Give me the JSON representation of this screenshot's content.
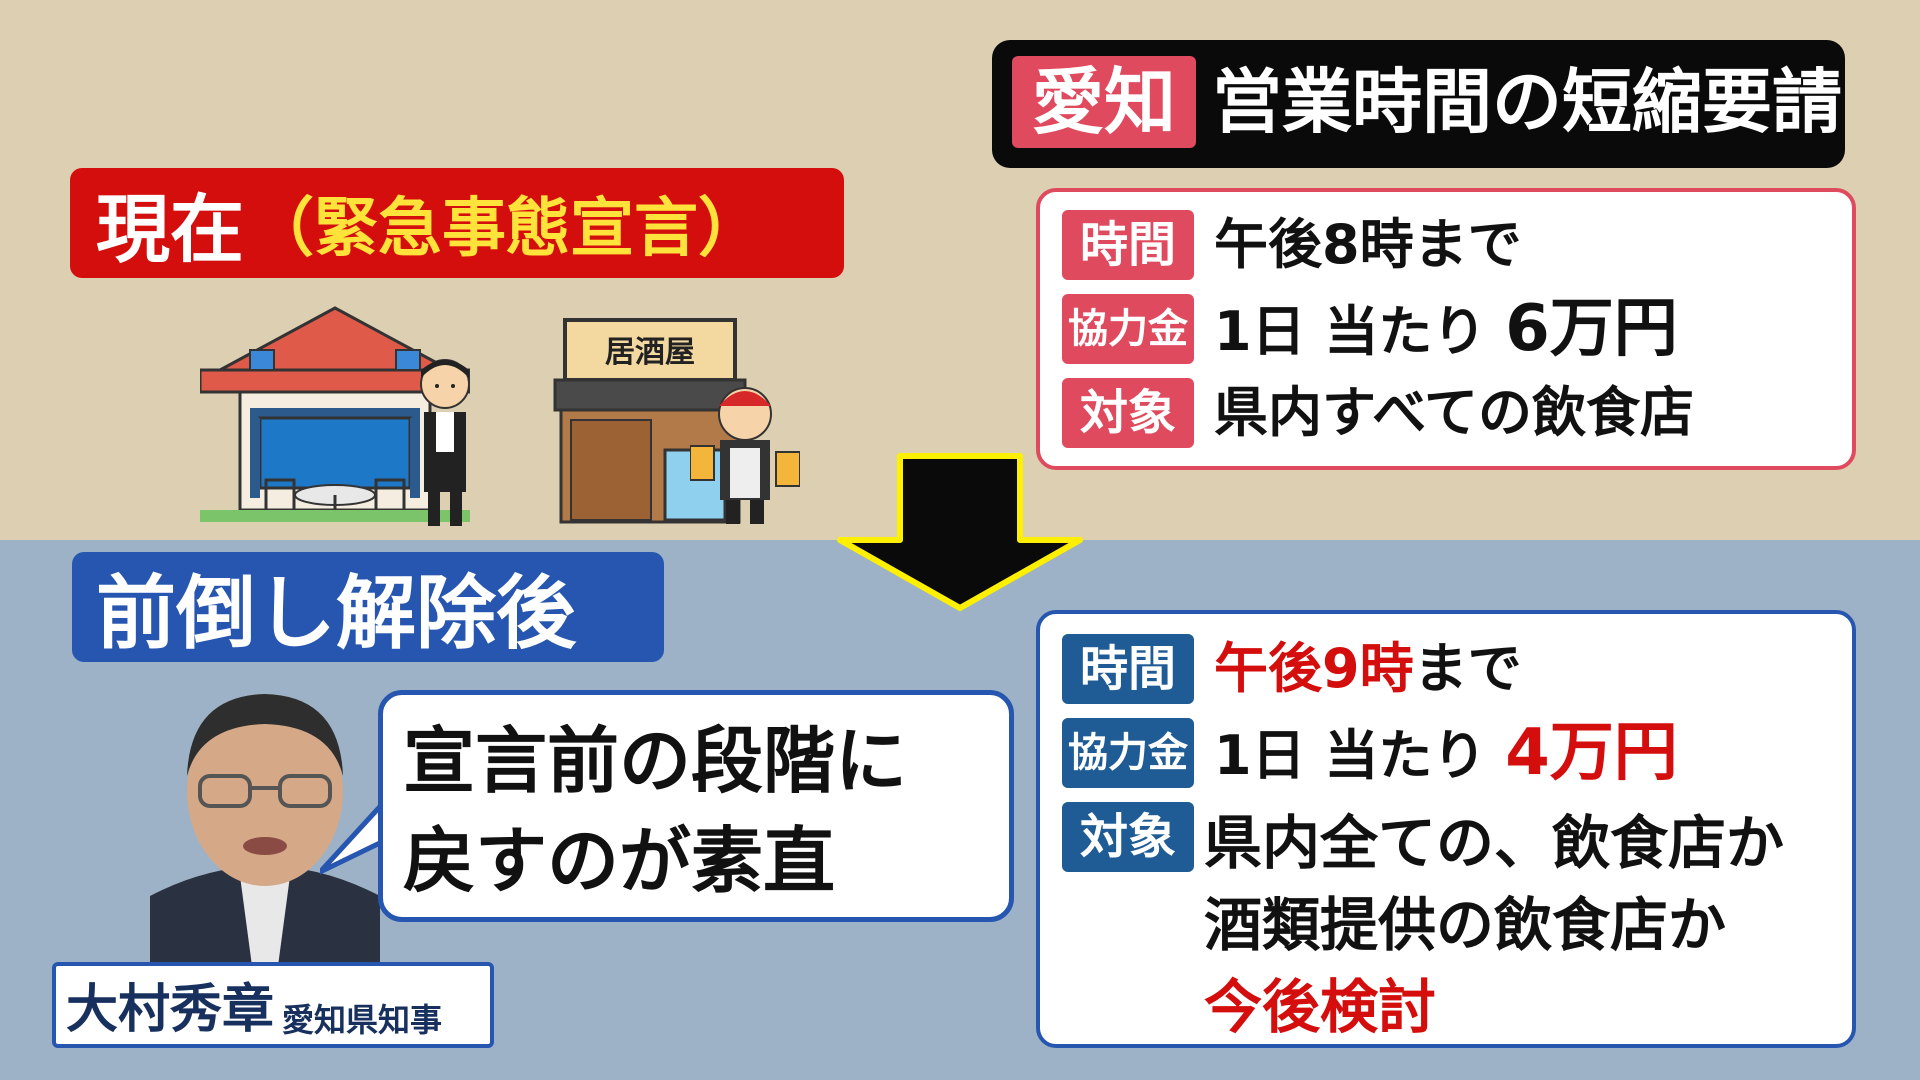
{
  "title": {
    "tag": "愛知",
    "text": "営業時間の短縮要請"
  },
  "current": {
    "header_main": "現在",
    "header_sub": "（緊急事態宣言）",
    "izakaya_sign": "居酒屋",
    "rows": {
      "time_label": "時間",
      "time_value": "午後8時まで",
      "money_label": "協力金",
      "money_value_prefix": "1日 当たり",
      "money_value_amount": "6万円",
      "target_label": "対象",
      "target_value": "県内すべての飲食店"
    }
  },
  "after": {
    "header": "前倒し解除後",
    "rows": {
      "time_label": "時間",
      "time_value_red": "午後9時",
      "time_value_rest": "まで",
      "money_label": "協力金",
      "money_value_prefix": "1日 当たり",
      "money_value_amount": "4万円",
      "target_label": "対象",
      "target_line1": "県内全ての、飲食店か",
      "target_line2": "酒類提供の飲食店か",
      "target_line3": "今後検討"
    }
  },
  "quote": {
    "line1": "宣言前の段階に",
    "line2": "戻すのが素直"
  },
  "speaker": {
    "name": "大村秀章",
    "title": "愛知県知事"
  },
  "colors": {
    "top_bg": "#ddd0b2",
    "bottom_bg": "#9db2c6",
    "red": "#d40d0d",
    "pink": "#e04a5e",
    "blue": "#2656b0",
    "yellow": "#ffe23a"
  },
  "icons": [
    "down-arrow-icon",
    "restaurant-illustration",
    "izakaya-illustration",
    "waiter-illustration",
    "chef-illustration"
  ]
}
